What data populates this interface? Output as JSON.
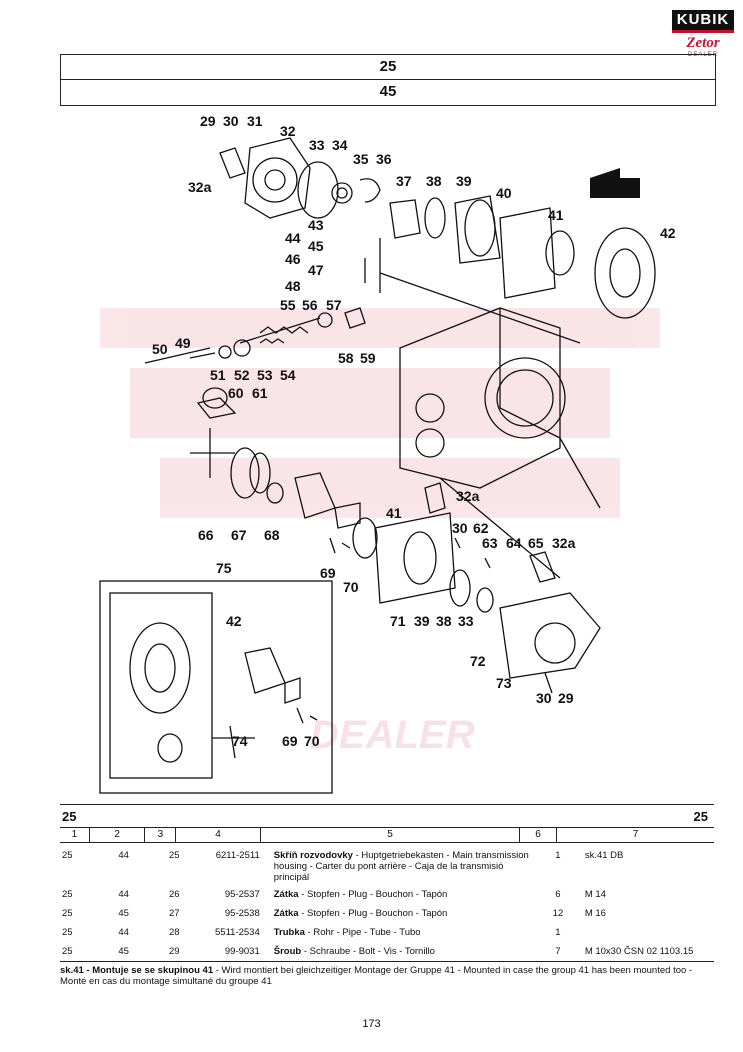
{
  "logo": {
    "brand": "KUBIK",
    "zetor": "Zetor",
    "sub": "DEALER"
  },
  "header": {
    "line1": "25",
    "line2": "45"
  },
  "diagram": {
    "watermark": "DEALER",
    "labels": [
      "29",
      "30",
      "31",
      "32",
      "33",
      "34",
      "35",
      "36",
      "37",
      "38",
      "39",
      "40",
      "41",
      "42",
      "32a",
      "43",
      "44",
      "45",
      "46",
      "47",
      "48",
      "55",
      "56",
      "57",
      "49",
      "50",
      "51",
      "52",
      "53",
      "54",
      "58",
      "59",
      "60",
      "61",
      "32a",
      "41",
      "30",
      "62",
      "63",
      "64",
      "65",
      "32a",
      "66",
      "67",
      "68",
      "69",
      "70",
      "71",
      "39",
      "38",
      "33",
      "72",
      "73",
      "30",
      "29",
      "75",
      "42",
      "74",
      "69",
      "70"
    ]
  },
  "parts_table": {
    "group_left": "25",
    "group_right": "25",
    "columns": [
      "1",
      "2",
      "3",
      "4",
      "5",
      "6",
      "7"
    ],
    "rows": [
      {
        "c1": "25",
        "c2": "44",
        "c3": "25",
        "c4": "6211-2511",
        "name": "Skříň rozvodovky",
        "desc": " - Huptgetriebekasten - Main transmission housing - Carter du pont arrière - Caja de la transmisió principál",
        "qty": "1",
        "note": "sk.41 DB"
      },
      {
        "c1": "25",
        "c2": "44",
        "c3": "26",
        "c4": "95-2537",
        "name": "Zátka",
        "desc": " - Stopfen - Plug - Bouchon - Tapón",
        "qty": "6",
        "note": "M 14"
      },
      {
        "c1": "25",
        "c2": "45",
        "c3": "27",
        "c4": "95-2538",
        "name": "Zátka",
        "desc": " - Stopfen - Plug - Bouchon - Tapón",
        "qty": "12",
        "note": "M 16"
      },
      {
        "c1": "25",
        "c2": "44",
        "c3": "28",
        "c4": "5511-2534",
        "name": "Trubka",
        "desc": " - Rohr - Pipe - Tube - Tubo",
        "qty": "1",
        "note": ""
      },
      {
        "c1": "25",
        "c2": "45",
        "c3": "29",
        "c4": "99-9031",
        "name": "Šroub",
        "desc": " - Schraube - Bolt - Vis - Tornillo",
        "qty": "7",
        "note": "M 10x30 ČSN 02 1103.15"
      }
    ],
    "footnote_bold": "sk.41 - Montuje se se skupinou 41",
    "footnote_rest": " - Wird montiert bei gleichzeitiger Montage der Gruppe 41 - Mounted in case the group 41 has been mounted too - Monté en cas du montage simultané du groupe 41"
  },
  "page_number": "173"
}
